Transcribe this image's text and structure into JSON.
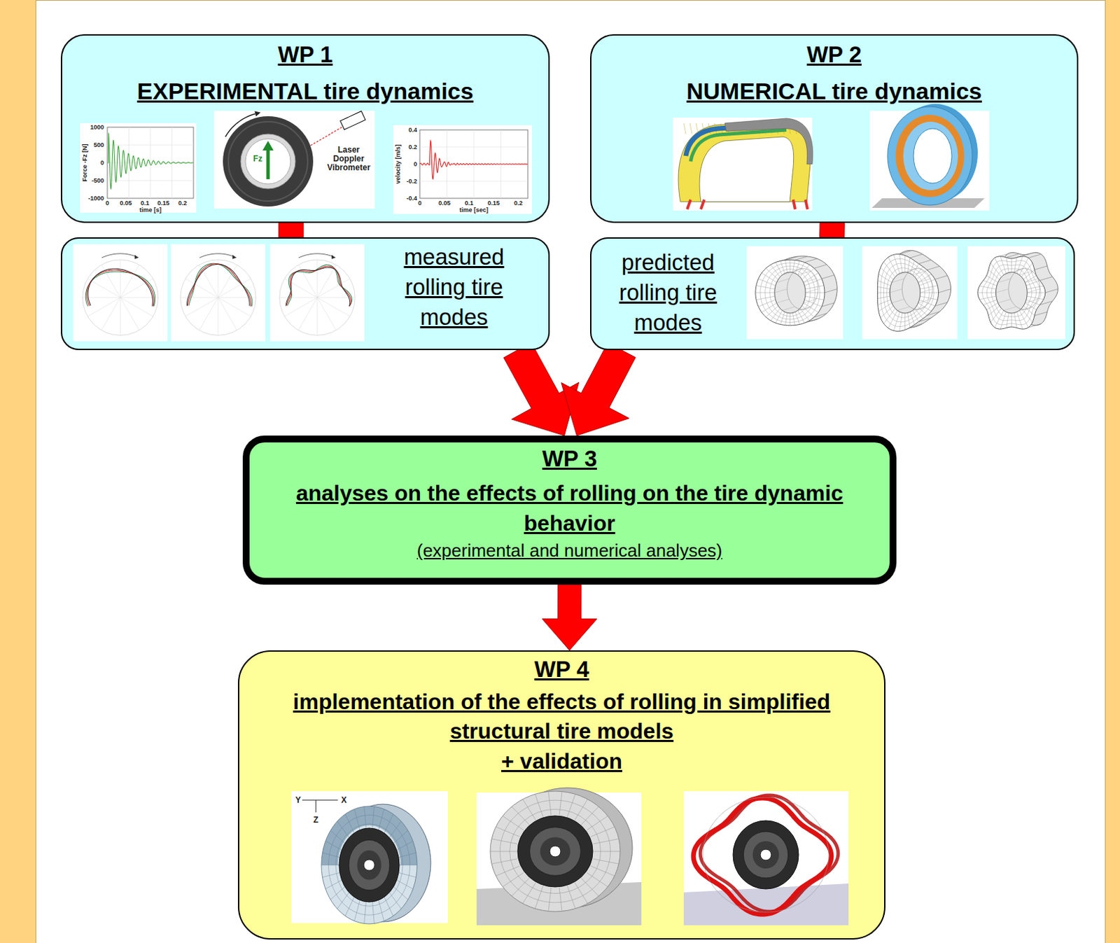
{
  "diagram": {
    "nodes": [
      {
        "text": [
          "WP 1",
          "EXPERIMENTAL tire dynamics"
        ]
      },
      {
        "text": [
          "WP 2",
          "NUMERICAL tire dynamics"
        ]
      },
      {
        "text": [
          "measured rolling tire modes"
        ]
      },
      {
        "text": [
          "predicted rolling tire modes"
        ]
      },
      {
        "text": [
          "WP 3",
          "analyses on the effects of rolling on the tire dynamic behavior",
          "(experimental and numerical analyses)"
        ]
      },
      {
        "text": [
          "WP 4",
          "implementation of the effects of rolling in simplified structural tire models",
          "+ validation"
        ]
      }
    ],
    "edges": [
      {
        "from": 0,
        "to": 2,
        "arrow": "none"
      },
      {
        "from": 1,
        "to": 3,
        "arrow": "none"
      },
      {
        "from": 2,
        "to": 4,
        "arrow": "to"
      },
      {
        "from": 3,
        "to": 4,
        "arrow": "to"
      },
      {
        "from": 4,
        "to": 5,
        "arrow": "to"
      }
    ],
    "labels": [
      "Force -Fz [N]",
      "1000",
      "500",
      "0",
      "-500",
      "-1000",
      "0",
      "0.05",
      "0.1",
      "0.15",
      "0.2",
      "time [s]",
      "Fz",
      "Laser Doppler Vibrometer",
      "velocity [m/s]",
      "0.4",
      "0.2",
      "0",
      "-0.2",
      "-0.4",
      "0",
      "0.05",
      "0.1",
      "0.15",
      "0.2",
      "time [sec]",
      "Y",
      "X",
      "Z"
    ]
  }
}
